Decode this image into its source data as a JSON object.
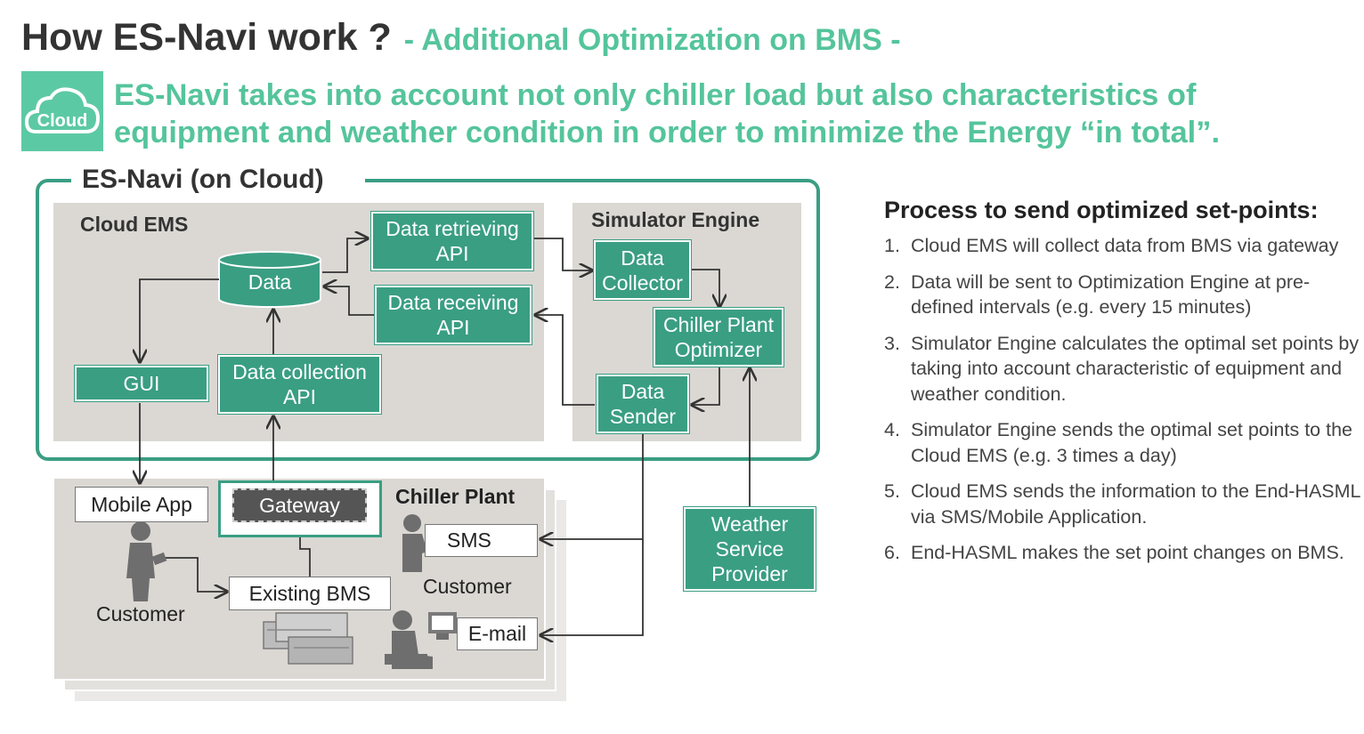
{
  "header": {
    "title": "How ES-Navi work ?",
    "subtitle": "- Additional Optimization on BMS -",
    "cloud_badge_label": "Cloud",
    "headline_line1": "ES-Navi takes into account not only chiller load but also characteristics of",
    "headline_line2": "equipment and weather condition in order to minimize the Energy “in total”."
  },
  "diagram": {
    "es_navi_label": "ES-Navi (on Cloud)",
    "cloud_ems": {
      "title": "Cloud EMS",
      "data": "Data",
      "gui": "GUI",
      "data_collection_api": [
        "Data collection",
        "API"
      ],
      "data_retrieving_api": [
        "Data retrieving",
        "API"
      ],
      "data_receiving_api": [
        "Data receiving",
        "API"
      ]
    },
    "simulator_engine": {
      "title": "Simulator Engine",
      "data_collector": [
        "Data",
        "Collector"
      ],
      "chiller_plant_optimizer": [
        "Chiller Plant",
        "Optimizer"
      ],
      "data_sender": [
        "Data",
        "Sender"
      ]
    },
    "chiller_plant": {
      "title": "Chiller Plant",
      "mobile_app": "Mobile App",
      "gateway": "Gateway",
      "existing_bms": "Existing BMS",
      "customer_left": "Customer",
      "customer_right": "Customer",
      "sms": "SMS",
      "email": "E-mail"
    },
    "weather_service_provider": [
      "Weather",
      "Service",
      "Provider"
    ]
  },
  "process": {
    "title": "Process to send optimized set-points:",
    "steps": [
      {
        "num": "1.",
        "text": "Cloud EMS will collect data from BMS via gateway"
      },
      {
        "num": "2.",
        "text": "Data will be sent to Optimization Engine at pre-defined intervals (e.g. every 15 minutes)"
      },
      {
        "num": "3.",
        "text": "Simulator Engine calculates the optimal set points by taking into account characteristic of equipment and weather condition."
      },
      {
        "num": "4.",
        "text": "Simulator Engine sends the optimal set points to the Cloud EMS (e.g. 3 times a day)"
      },
      {
        "num": "5.",
        "text": "Cloud EMS sends the information to the End-HASML via SMS/Mobile Application."
      },
      {
        "num": "6.",
        "text": "End-HASML makes the set point changes on BMS."
      }
    ]
  },
  "colors": {
    "accent_green": "#55c49c",
    "box_green": "#3a9e83",
    "panel_gray": "#dbd8d4"
  }
}
